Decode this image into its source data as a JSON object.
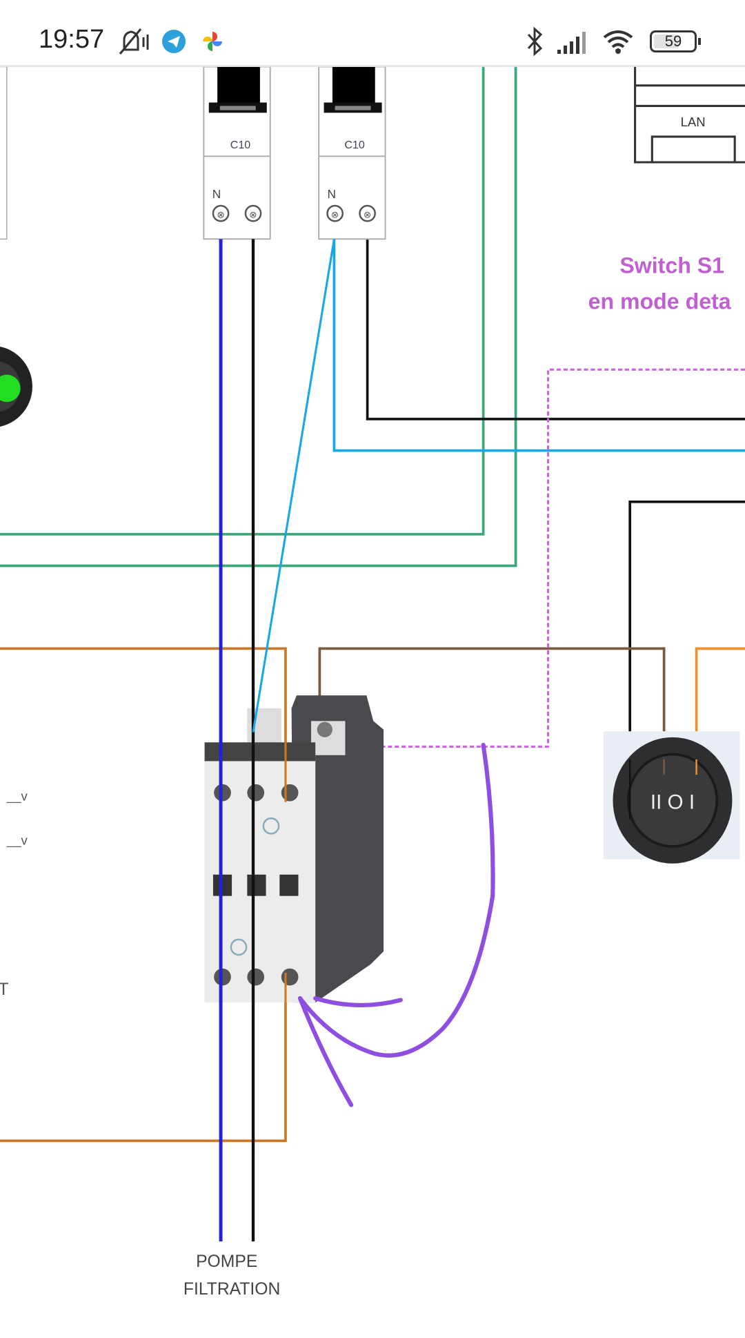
{
  "status_bar": {
    "time": "19:57",
    "battery": "59",
    "icons": [
      "mute-icon",
      "telegram-icon",
      "photos-icon",
      "bluetooth-icon",
      "signal-icon",
      "wifi-icon",
      "battery-icon"
    ]
  },
  "diagram": {
    "breaker_1_rating": "C10",
    "breaker_1_neutral": "N",
    "breaker_2_rating": "C10",
    "breaker_2_neutral": "N",
    "lan_label": "LAN",
    "switch_title": "Switch S1",
    "switch_subtitle": "en mode deta",
    "voltage_label_1": "__v",
    "voltage_label_2": "__v",
    "left_fragment": "T",
    "rocker_marks": "II O I",
    "output_label_line1": "POMPE",
    "output_label_line2": "FILTRATION",
    "colors": {
      "neutral": "#2a1fd8",
      "phase": "#111111",
      "light_blue": "#1aa7e6",
      "green": "#3aa878",
      "orange": "#c87a2a",
      "brown": "#7a5a40",
      "bright_orange": "#f0902a",
      "pink_dotted": "#cc66dd",
      "annotation": "#8e4fe0",
      "title": "#c060d0"
    }
  }
}
